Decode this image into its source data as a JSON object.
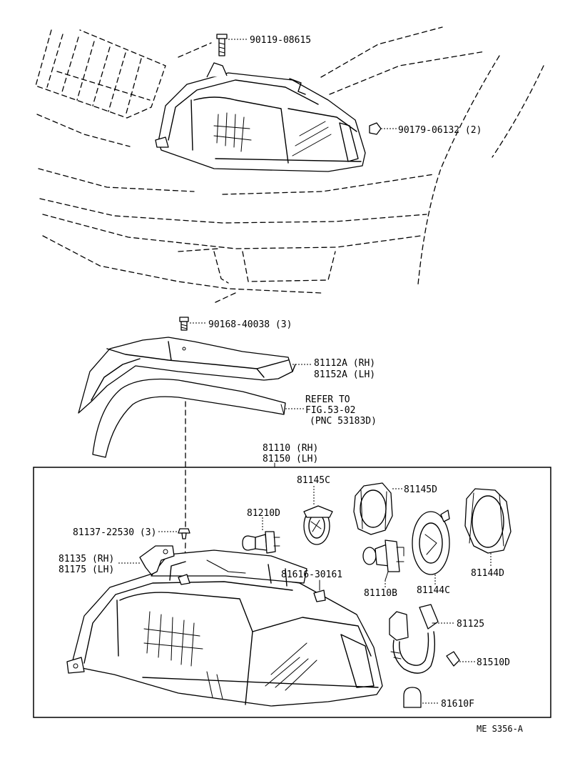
{
  "labels": {
    "p90119": "90119-08615",
    "p90179": "90179-06132 (2)",
    "p90168": "90168-40038 (3)",
    "p81112": "81112A (RH)",
    "p81152": "81152A (LH)",
    "refer1": "REFER TO",
    "refer2": "FIG.53-02",
    "refer3": "(PNC 53183D)",
    "p81110": "81110 (RH)",
    "p81150": "81150 (LH)",
    "p81145c": "81145C",
    "p81145d": "81145D",
    "p81210d": "81210D",
    "p81137": "81137-22530 (3)",
    "p81135": "81135 (RH)",
    "p81175": "81175 (LH)",
    "p81616": "81616-30161",
    "p81110b": "81110B",
    "p81144c": "81144C",
    "p81144d": "81144D",
    "p81125": "81125",
    "p81510d": "81510D",
    "p81610f": "81610F",
    "code": "ME S356-A"
  }
}
